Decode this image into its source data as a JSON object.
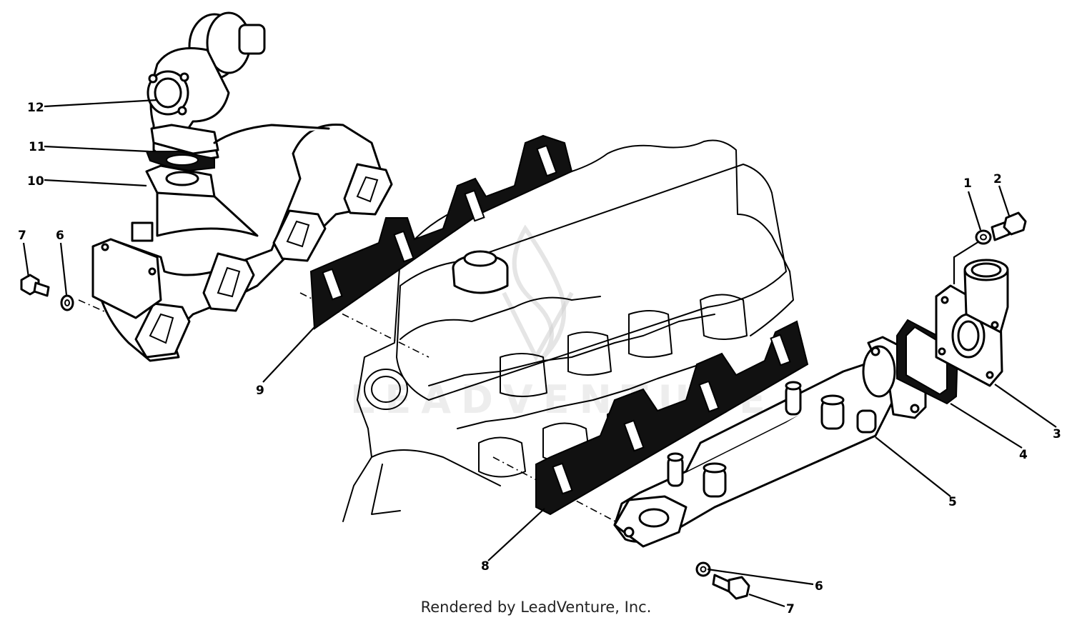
{
  "diagram": {
    "watermark": "LEADVENTURE",
    "credit": "Rendered by LeadVenture, Inc.",
    "callouts": {
      "p1": "1",
      "p2": "2",
      "p3": "3",
      "p4": "4",
      "p5": "5",
      "p6a": "6",
      "p6b": "6",
      "p7a": "7",
      "p7b": "7",
      "p8": "8",
      "p9": "9",
      "p10": "10",
      "p11": "11",
      "p12": "12"
    }
  }
}
